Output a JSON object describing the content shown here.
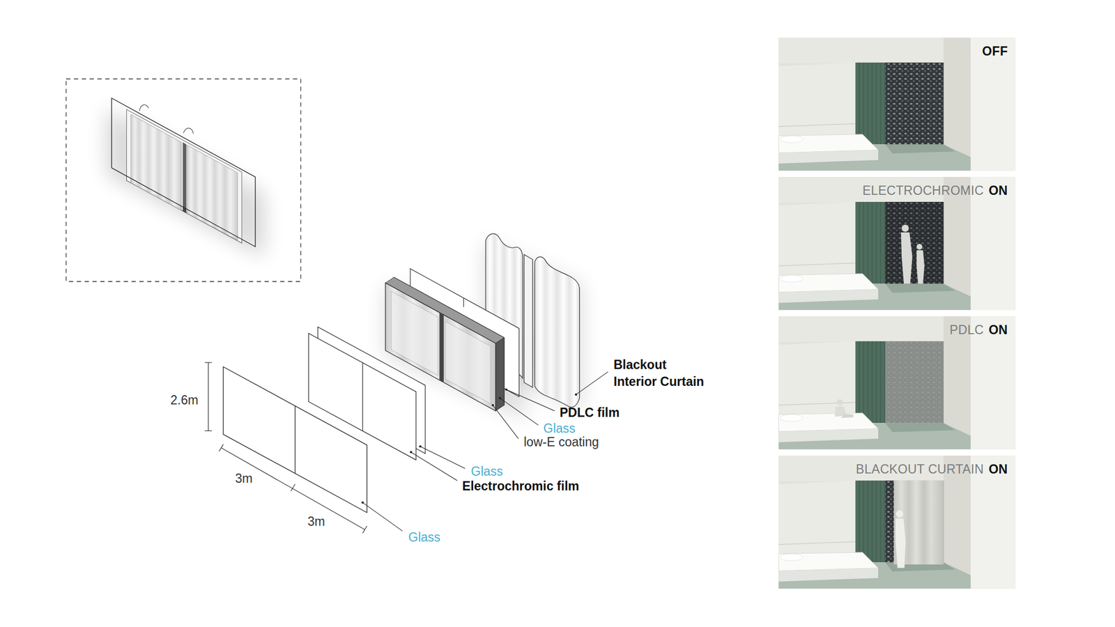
{
  "diagram": {
    "nodes": [
      {
        "text": [
          "OFF"
        ]
      },
      {
        "text": [
          "ELECTROCHROMIC",
          "ON"
        ]
      },
      {
        "text": [
          "PDLC",
          "ON"
        ]
      },
      {
        "text": [
          "BLACKOUT CURTAIN",
          "ON"
        ]
      }
    ],
    "labels": [
      "Blackout Interior Curtain",
      "PDLC film",
      "Glass",
      "low-E coating",
      "Glass",
      "Electrochromic film",
      "Glass",
      "2.6m",
      "3m",
      "3m"
    ]
  }
}
